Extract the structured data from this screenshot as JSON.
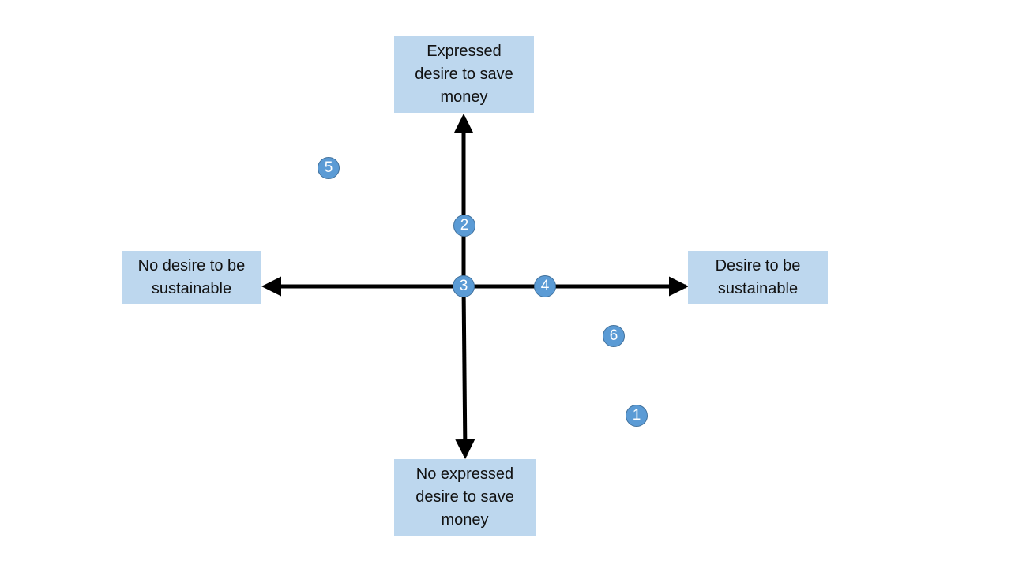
{
  "axes": {
    "top_label": "Expressed\ndesire to save\nmoney",
    "bottom_label": "No expressed\ndesire to save\nmoney",
    "left_label": "No desire to be\nsustainable",
    "right_label": "Desire to be\nsustainable",
    "box_color": "#bdd7ee",
    "arrow_color": "#000000"
  },
  "markers": [
    {
      "label": "1"
    },
    {
      "label": "2"
    },
    {
      "label": "3"
    },
    {
      "label": "4"
    },
    {
      "label": "5"
    },
    {
      "label": "6"
    }
  ],
  "marker_color": "#5b9bd5"
}
